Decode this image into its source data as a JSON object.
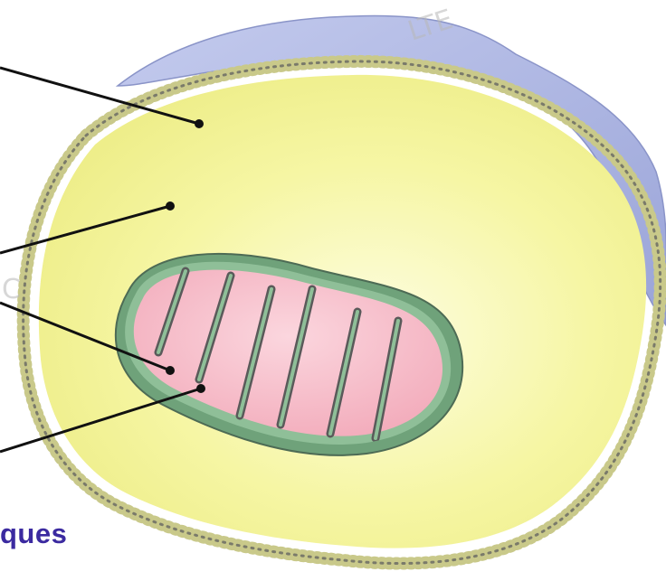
{
  "caption": "ques",
  "watermark": "LTE",
  "watermark_left": "C",
  "colors": {
    "background": "#ffffff",
    "outer_cell_shadow": "#aab3e0",
    "cytoplasm": "#f6f6a4",
    "membrane_bead": "#c9c98a",
    "membrane_dot": "#777777",
    "mito_outer": "#6fa27a",
    "mito_matrix": "#f6b9c6",
    "label_line": "#111111",
    "caption": "#3b2aa0"
  },
  "leader_lines": [
    {
      "id": "line-1",
      "target": "cytoplasm-upper"
    },
    {
      "id": "line-2",
      "target": "cytoplasm-middle"
    },
    {
      "id": "line-3",
      "target": "mitochondrion-matrix"
    },
    {
      "id": "line-4",
      "target": "mitochondrion-crista"
    }
  ]
}
